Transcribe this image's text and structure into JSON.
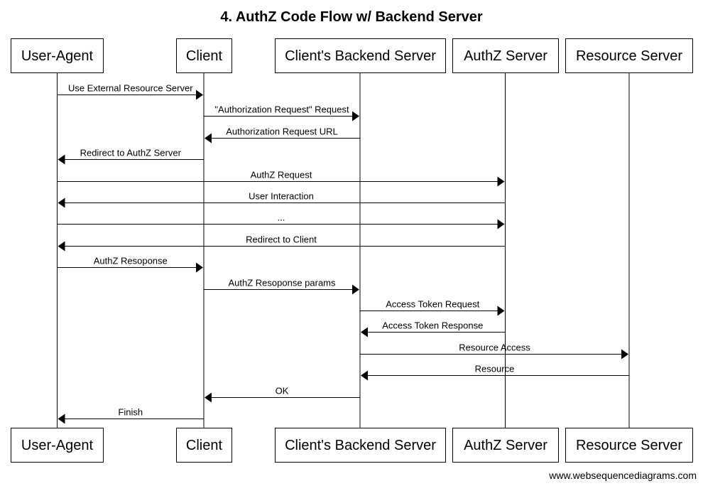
{
  "title": "4. AuthZ Code Flow w/ Backend Server",
  "participants": [
    {
      "id": "ua",
      "label": "User-Agent"
    },
    {
      "id": "client",
      "label": "Client"
    },
    {
      "id": "backend",
      "label": "Client's Backend Server"
    },
    {
      "id": "authz",
      "label": "AuthZ Server"
    },
    {
      "id": "resource",
      "label": "Resource Server"
    }
  ],
  "messages": [
    {
      "from": "ua",
      "to": "client",
      "label": "Use External Resource Server"
    },
    {
      "from": "client",
      "to": "backend",
      "label": "\"Authorization Request\" Request"
    },
    {
      "from": "backend",
      "to": "client",
      "label": "Authorization Request URL"
    },
    {
      "from": "client",
      "to": "ua",
      "label": "Redirect to AuthZ Server"
    },
    {
      "from": "ua",
      "to": "authz",
      "label": "AuthZ Request"
    },
    {
      "from": "authz",
      "to": "ua",
      "label": "User Interaction"
    },
    {
      "from": "ua",
      "to": "authz",
      "label": "..."
    },
    {
      "from": "authz",
      "to": "ua",
      "label": "Redirect to Client"
    },
    {
      "from": "ua",
      "to": "client",
      "label": "AuthZ Resoponse"
    },
    {
      "from": "client",
      "to": "backend",
      "label": "AuthZ Resoponse params"
    },
    {
      "from": "backend",
      "to": "authz",
      "label": "Access Token Request"
    },
    {
      "from": "authz",
      "to": "backend",
      "label": "Access Token Response"
    },
    {
      "from": "backend",
      "to": "resource",
      "label": "Resource Access"
    },
    {
      "from": "resource",
      "to": "backend",
      "label": "Resource"
    },
    {
      "from": "backend",
      "to": "client",
      "label": "OK"
    },
    {
      "from": "client",
      "to": "ua",
      "label": "Finish"
    }
  ],
  "footer": "www.websequencediagrams.com"
}
